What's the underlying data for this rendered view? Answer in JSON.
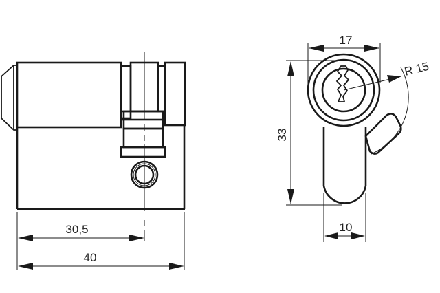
{
  "drawing": {
    "subject": "Half profile cylinder lock",
    "line_color": "#1a1a1a",
    "background": "#ffffff"
  },
  "side_view": {
    "dimensions": {
      "cam_center_offset": "30,5",
      "overall_length": "40"
    }
  },
  "front_view": {
    "dimensions": {
      "width": "17",
      "height": "33",
      "lobe_width": "10",
      "cam_radius": "R 15"
    }
  }
}
